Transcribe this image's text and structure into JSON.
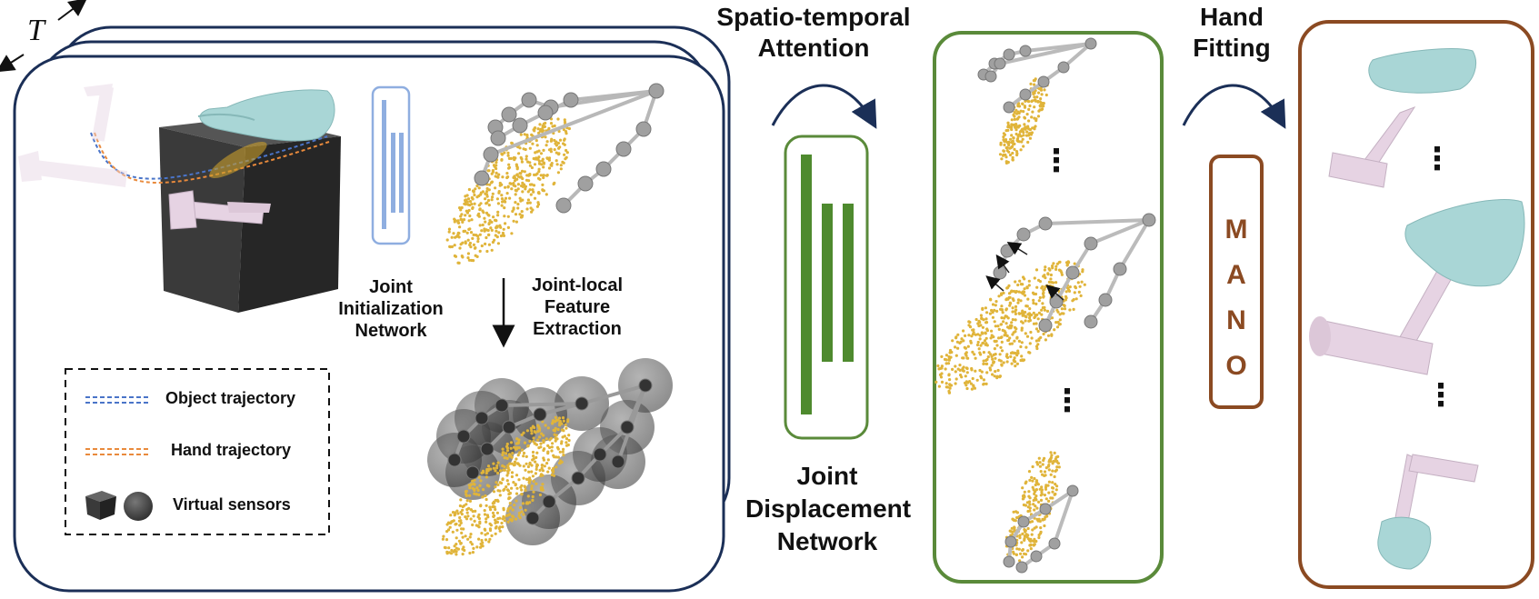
{
  "labels": {
    "t_symbol": "T",
    "spatio_temporal_attention": [
      "Spatio-temporal",
      "Attention"
    ],
    "hand_fitting": [
      "Hand",
      "Fitting"
    ],
    "joint_initialization_network": [
      "Joint",
      "Initialization",
      "Network"
    ],
    "joint_local_feature_extraction": [
      "Joint-local",
      "Feature",
      "Extraction"
    ],
    "joint_displacement_network": [
      "Joint",
      "Displacement",
      "Network"
    ],
    "mano": [
      "M",
      "A",
      "N",
      "O"
    ],
    "ellipsis": "⋮"
  },
  "legend": {
    "object_trajectory": "Object trajectory",
    "hand_trajectory": "Hand trajectory",
    "virtual_sensors": "Virtual sensors"
  },
  "colors": {
    "navy": "#1B2F57",
    "green": "#5A8A3A",
    "bar_green": "#4E8A2E",
    "brown": "#8B4A22",
    "blue_light": "#8FAEE0",
    "point_gold": "#E0B43A",
    "joint_gray": "#9A9A9A",
    "hand_teal": "#A9D6D6",
    "hammer_pink": "#E6D3E3",
    "cube_dark": "#3A3A3A",
    "object_traj": "#4A74C8",
    "hand_traj": "#E98A3C"
  }
}
